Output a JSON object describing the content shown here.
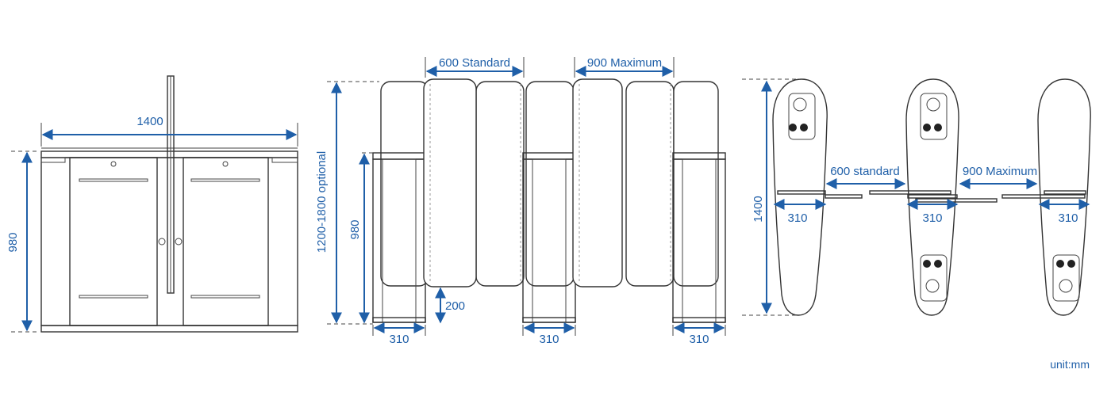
{
  "front_view": {
    "width_label": "1400",
    "height_label": "980"
  },
  "side_view": {
    "standard_label": "600 Standard",
    "maximum_label": "900 Maximum",
    "glass_height_label": "1200-1800 optional",
    "cabinet_height_label": "980",
    "bottom_gap_label": "200",
    "cabinet_width_labels": [
      "310",
      "310",
      "310"
    ]
  },
  "top_view": {
    "length_label": "1400",
    "standard_label": "600 standard",
    "maximum_label": "900 Maximum",
    "cabinet_width_labels": [
      "310",
      "310",
      "310"
    ]
  },
  "unit_label": "unit:mm",
  "colors": {
    "dimension": "#1f5fa8",
    "outline": "#333333"
  }
}
